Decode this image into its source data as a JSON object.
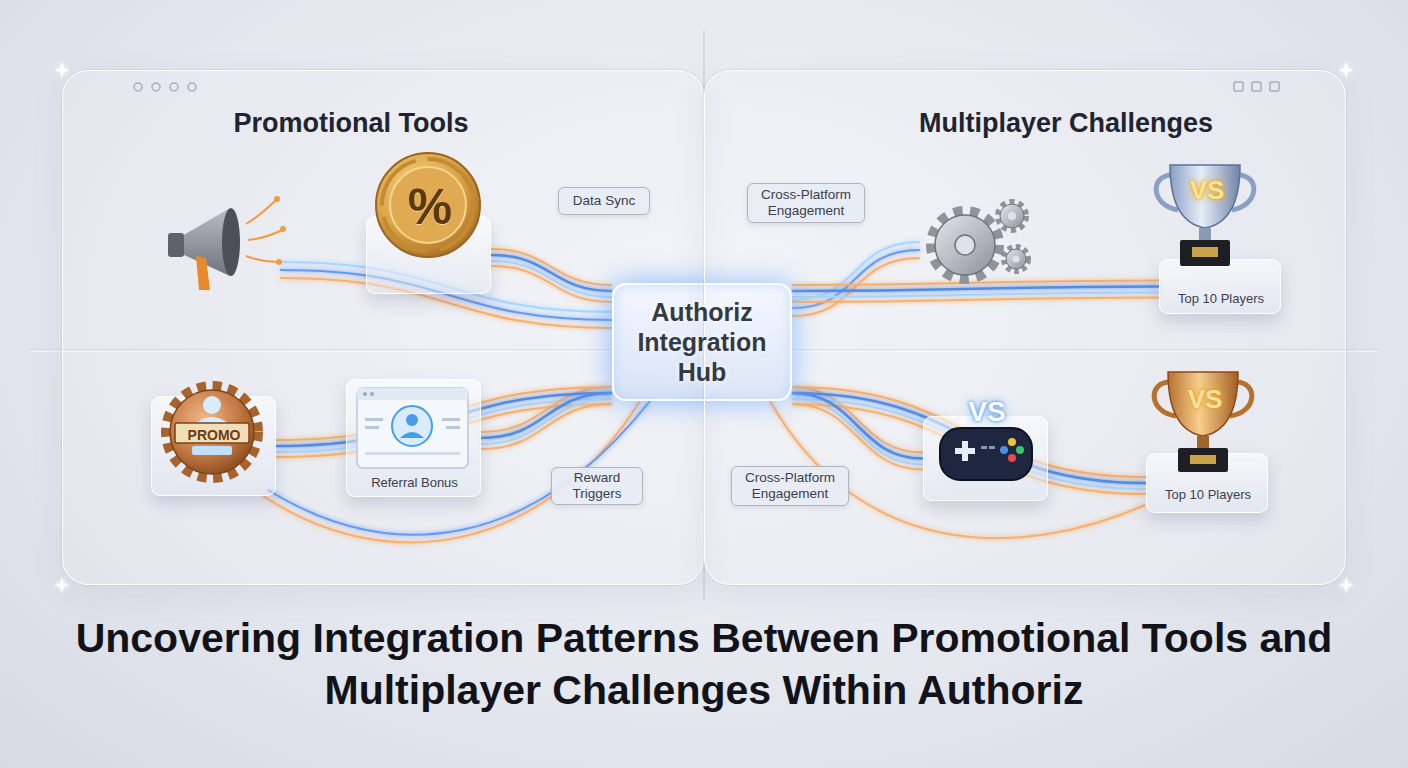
{
  "diagram": {
    "title": "Uncovering Integration Patterns Between Promotional Tools and Multiplayer Challenges Within Authoriz",
    "nodes": [
      {
        "text": [
          "Promotional Tools"
        ]
      },
      {
        "text": [
          "%"
        ],
        "in": 0
      },
      {
        "text": [
          "Data Sync"
        ],
        "in": 0
      },
      {
        "text": [
          "PROMO"
        ],
        "in": 0
      },
      {
        "text": [
          "Referral Bonus"
        ],
        "in": 0
      },
      {
        "text": [
          "Reward Triggers"
        ],
        "in": 0
      },
      {
        "text": [
          "Authoriz Integration Hub"
        ]
      },
      {
        "text": [
          "Multiplayer Challenges"
        ]
      },
      {
        "text": [
          "Cross-Platform Engagement"
        ],
        "in": 7
      },
      {
        "text": [
          "VS",
          "Top 10 Players"
        ],
        "in": 7
      },
      {
        "text": [
          "VS"
        ],
        "in": 7
      },
      {
        "text": [
          "Cross-Platform Engagement"
        ],
        "in": 7
      },
      {
        "text": [
          "VS",
          "Top 10 Players"
        ],
        "in": 7
      }
    ],
    "edges": [
      {
        "from": 1,
        "to": 6,
        "arrow": "none"
      },
      {
        "from": 3,
        "to": 6,
        "arrow": "none"
      },
      {
        "from": 4,
        "to": 6,
        "arrow": "none"
      },
      {
        "from": 6,
        "to": 9,
        "arrow": "none"
      },
      {
        "from": 6,
        "to": 10,
        "arrow": "none"
      },
      {
        "from": 6,
        "to": 12,
        "arrow": "none"
      }
    ]
  }
}
